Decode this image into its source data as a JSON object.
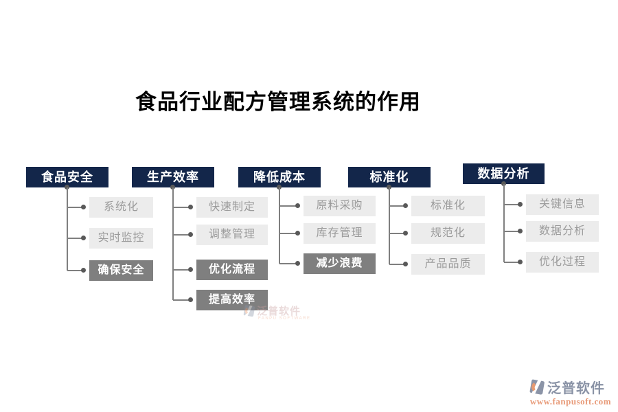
{
  "title": "食品行业配方管理系统的作用",
  "colors": {
    "header_bg": "#13264a",
    "header_text": "#ffffff",
    "child_bg": "#ececec",
    "child_text": "#9b9b9b",
    "child_emphasis_bg": "#7f7f7f",
    "child_emphasis_text": "#ffffff",
    "connector": "#7f7f7f",
    "dot": "#595959",
    "brand_gray": "#8a93a6",
    "brand_orange": "#e89a78"
  },
  "columns": [
    {
      "header": "食品安全",
      "children": [
        {
          "label": "系统化",
          "emphasis": false
        },
        {
          "label": "实时监控",
          "emphasis": false
        },
        {
          "label": "确保安全",
          "emphasis": true
        }
      ]
    },
    {
      "header": "生产效率",
      "children": [
        {
          "label": "快速制定",
          "emphasis": false
        },
        {
          "label": "调整管理",
          "emphasis": false
        },
        {
          "label": "优化流程",
          "emphasis": true
        },
        {
          "label": "提高效率",
          "emphasis": true
        }
      ]
    },
    {
      "header": "降低成本",
      "children": [
        {
          "label": "原料采购",
          "emphasis": false
        },
        {
          "label": "库存管理",
          "emphasis": false
        },
        {
          "label": "减少浪费",
          "emphasis": true
        }
      ]
    },
    {
      "header": "标准化",
      "children": [
        {
          "label": "标准化",
          "emphasis": false
        },
        {
          "label": "规范化",
          "emphasis": false
        },
        {
          "label": "产品品质",
          "emphasis": false
        }
      ]
    },
    {
      "header": "数据分析",
      "children": [
        {
          "label": "关键信息",
          "emphasis": false
        },
        {
          "label": "数据分析",
          "emphasis": false
        },
        {
          "label": "优化过程",
          "emphasis": false
        }
      ]
    }
  ],
  "watermark": {
    "brand": "泛普软件",
    "url": "www.fanpusoft.com",
    "caption": "FANPU SOFTWARE"
  }
}
